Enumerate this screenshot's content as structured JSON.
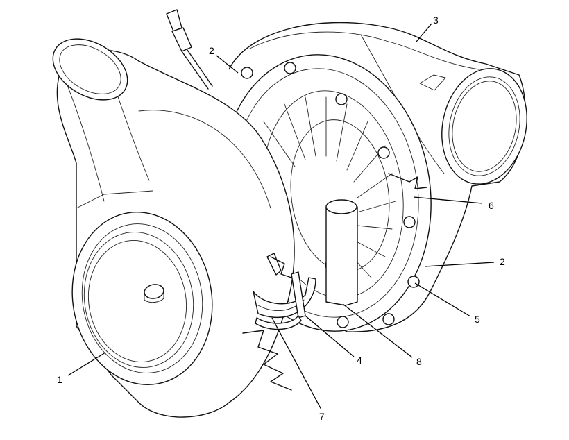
{
  "callouts": [
    {
      "id": "1",
      "text": "1"
    },
    {
      "id": "2a",
      "text": "2"
    },
    {
      "id": "2b",
      "text": "2"
    },
    {
      "id": "3",
      "text": "3"
    },
    {
      "id": "4",
      "text": "4"
    },
    {
      "id": "5",
      "text": "5"
    },
    {
      "id": "6",
      "text": "6"
    },
    {
      "id": "7",
      "text": "7"
    },
    {
      "id": "8",
      "text": "8"
    }
  ]
}
